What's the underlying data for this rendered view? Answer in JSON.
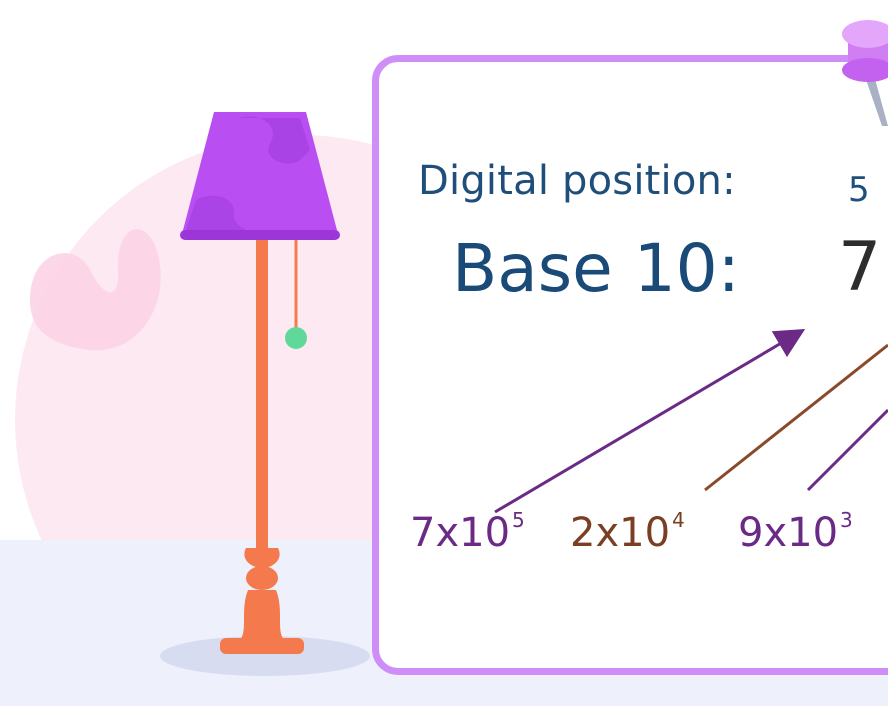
{
  "board": {
    "digital_position_label": "Digital position:",
    "position_value": "5",
    "base_label": "Base 10:",
    "leading_digit": "7"
  },
  "terms": [
    {
      "coefficient_base": "7x10",
      "exponent": "5",
      "color": "#6a2a86"
    },
    {
      "coefficient_base": "2x10",
      "exponent": "4",
      "color": "#7a3e22"
    },
    {
      "coefficient_base": "9x10",
      "exponent": "3",
      "color": "#6a2a86"
    }
  ],
  "colors": {
    "board_border": "#cf8ef7",
    "title_blue": "#1f4e7a",
    "lamp_shade": "#b94ef2",
    "lamp_pole": "#f47a4e",
    "pull_bead": "#5fd99a",
    "background_blob": "#fde8f1",
    "floor": "#eceffb"
  },
  "icons": [
    "floor-lamp-icon",
    "push-pin-icon"
  ]
}
